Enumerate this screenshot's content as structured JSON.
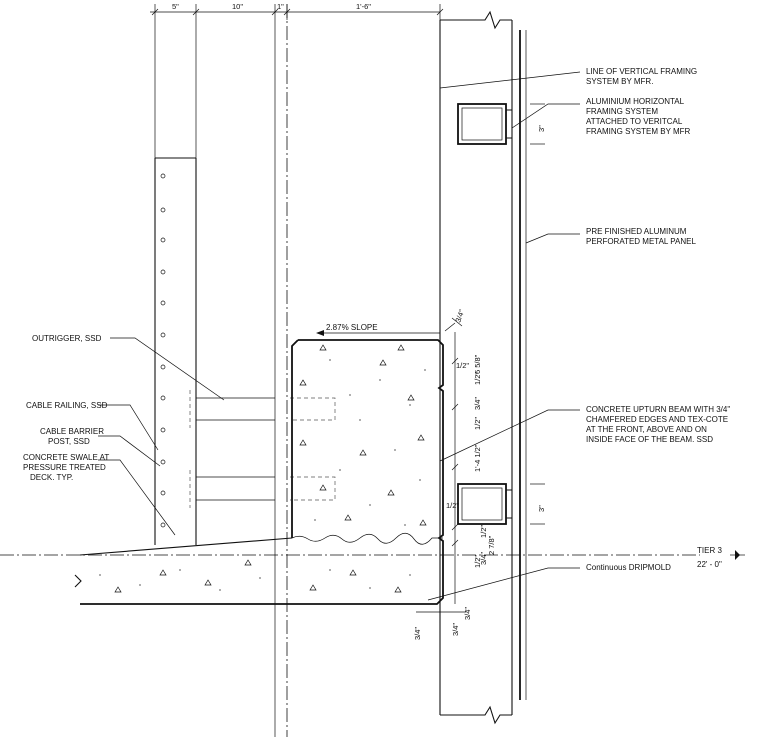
{
  "top_dimensions": [
    "5\"",
    "10\"",
    "1\"",
    "1'-6\""
  ],
  "callouts": {
    "vertical_framing": [
      "LINE OF VERTICAL FRAMING",
      "SYSTEM BY MFR."
    ],
    "horizontal_framing": [
      "ALUMINIUM HORIZONTAL",
      "FRAMING SYSTEM",
      "ATTACHED TO VERITCAL",
      "FRAMING SYSTEM BY MFR"
    ],
    "metal_panel": [
      "PRE FINISHED ALUMINUM",
      "PERFORATED METAL PANEL"
    ],
    "upturn_beam": [
      "CONCRETE UPTURN BEAM WITH 3/4\"",
      "CHAMFERED EDGES AND TEX-COTE",
      "AT THE FRONT, ABOVE AND ON",
      "INSIDE FACE OF THE BEAM. SSD"
    ],
    "dripmold": [
      "Continuous DRIPMOLD"
    ],
    "outrigger": [
      "OUTRIGGER, SSD"
    ],
    "cable_railing": [
      "CABLE RAILING, SSD"
    ],
    "cable_post": [
      "CABLE BARRIER",
      "POST, SSD"
    ],
    "swale": [
      "CONCRETE SWALE AT",
      "PRESSURE TREATED",
      "DECK. TYP."
    ]
  },
  "slope_label": "2.87%  SLOPE",
  "level_marker": {
    "name": "TIER 3",
    "elevation": "22' - 0\""
  },
  "dims": {
    "three_upper": "3\"",
    "three_lower": "3\"",
    "chamfer_top": "3/4\"",
    "half_top": "1/2\"",
    "half_right": "1/2\"",
    "six_58": "6 5/8\"",
    "three_quarter_mid": "3/4\"",
    "half_mid": "1/2\"",
    "one_4_half": "1'-4 1/2\"",
    "half_low": "1/2\"",
    "half_low2": "1/2\"",
    "half_bottom": "1/2\"",
    "three_quarter_low": "3/4\"",
    "two_78": "2 7/8\"",
    "three_quarter_drip_a": "3/4\"",
    "three_quarter_drip_b": "3/4\"",
    "three_quarter_drip_c": "3/4\""
  }
}
